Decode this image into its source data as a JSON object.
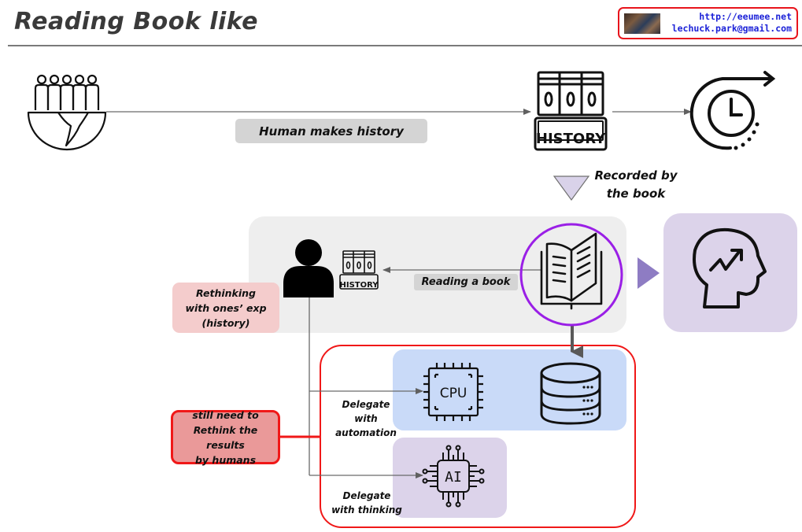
{
  "header": {
    "title": "Reading Book like",
    "contact": {
      "url": "http://eeumee.net",
      "email": "lechuck.park@gmail.com"
    }
  },
  "diagram": {
    "labels": {
      "human_makes_history": "Human makes history",
      "recorded_line1": "Recorded by",
      "recorded_line2": "the book",
      "reading_a_book": "Reading a book",
      "rethinking_line1": "Rethinking",
      "rethinking_line2": "with ones’ exp",
      "rethinking_line3": "(history)",
      "still_line1": "still need to",
      "still_line2": "Rethink the results",
      "still_line3": "by humans",
      "delegate_auto_line1": "Delegate",
      "delegate_auto_line2": "with automation",
      "delegate_think_line1": "Delegate",
      "delegate_think_line2": "with thinking"
    },
    "icons": {
      "people_globe": "people-on-globe-icon",
      "history_books": "history-books-icon",
      "clock_forward": "time-forward-icon",
      "person": "person-icon",
      "history_small": "history-books-icon",
      "open_book": "open-book-icon",
      "head_growth": "head-growth-icon",
      "cpu": "cpu-chip-icon",
      "database": "database-icon",
      "ai_chip": "ai-chip-icon"
    },
    "icon_text": {
      "history_digits": "0 0 0",
      "history_word": "HISTORY",
      "cpu": "CPU",
      "ai": "AI"
    },
    "colors": {
      "title_text": "#3a3a3a",
      "contact_text": "#1c22d8",
      "red_accent": "#f01818",
      "label_grey": "#d4d4d4",
      "panel_grey": "#eeeeee",
      "panel_purple": "#dcd3ea",
      "panel_blue": "#c9daf8",
      "rethink_pink": "#f4cccc",
      "still_red": "#ea9999",
      "book_ring": "#9a1fe6",
      "triangle_dark": "#8e7cc3",
      "triangle_light": "#d9d2e9"
    }
  }
}
